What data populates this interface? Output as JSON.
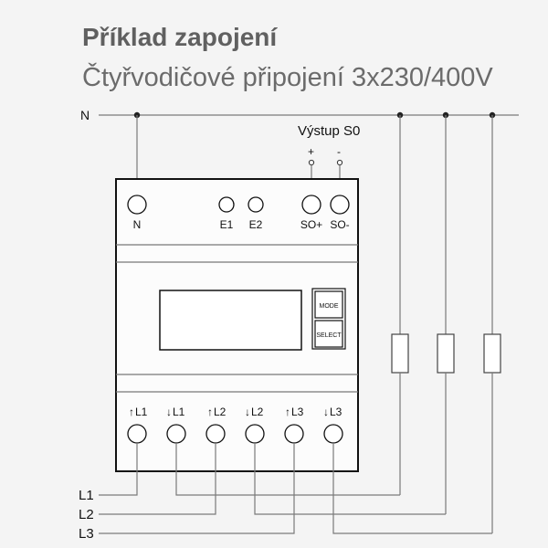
{
  "header": {
    "title": "Příklad zapojení",
    "subtitle": "Čtyřvodičové připojení 3x230/400V"
  },
  "lines": {
    "n": "N",
    "l1": "L1",
    "l2": "L2",
    "l3": "L3"
  },
  "pulse_output": {
    "label": "Výstup S0",
    "plus": "+",
    "minus": "-"
  },
  "meter": {
    "top_terminals": [
      "N",
      "E1",
      "E2",
      "SO+",
      "SO-"
    ],
    "buttons": {
      "mode": "MODE",
      "select": "SELECT"
    },
    "bottom_terminals": [
      {
        "arrow": "up",
        "label": "L1"
      },
      {
        "arrow": "down",
        "label": "L1"
      },
      {
        "arrow": "up",
        "label": "L2"
      },
      {
        "arrow": "down",
        "label": "L2"
      },
      {
        "arrow": "up",
        "label": "L3"
      },
      {
        "arrow": "down",
        "label": "L3"
      }
    ]
  }
}
